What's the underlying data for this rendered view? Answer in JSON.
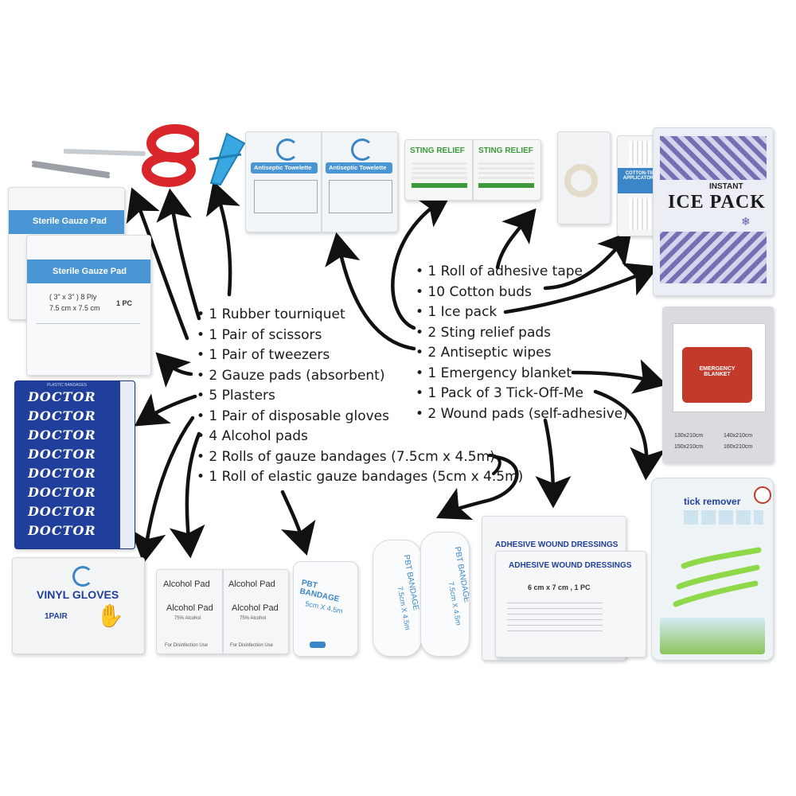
{
  "list_left": [
    "• 1 Rubber tourniquet",
    "• 1 Pair of scissors",
    "• 1 Pair of tweezers",
    "• 2 Gauze pads (absorbent)",
    "• 5 Plasters",
    "• 1 Pair of disposable gloves",
    "• 4 Alcohol pads",
    "• 2 Rolls of gauze bandages (7.5cm x 4.5m)",
    "• 1 Roll of elastic gauze bandages (5cm x 4.5m)"
  ],
  "list_right": [
    "• 1 Roll of adhesive tape",
    "• 10 Cotton buds",
    "• 1 Ice pack",
    "• 2 Sting relief pads",
    "• 2 Antiseptic wipes",
    "• 1 Emergency blanket",
    "• 1 Pack of 3 Tick-Off-Me",
    "• 2 Wound pads (self-adhesive)"
  ],
  "products": {
    "gauze_pad": "Sterile Gauze Pad",
    "gauze_pad_spec": "( 3\" x 3\" ) 8 Ply",
    "gauze_pad_size": "7.5 cm x 7.5 cm",
    "gauze_pad_qty": "1 PC",
    "antiseptic": "Antiseptic Towelette",
    "sting": "STING RELIEF",
    "cotton_tip": "COTTON-TIP APPLICATORS",
    "ice_instant": "INSTANT",
    "ice_pack": "ICE PACK",
    "blanket": "EMERGENCY BLANKET",
    "blanket_size1": "130x210cm",
    "blanket_size2": "140x210cm",
    "blanket_size3": "150x210cm",
    "blanket_size4": "160x210cm",
    "plaster_brand": "DOCTOR",
    "plaster_sub": "PLASTIC BANDAGES",
    "gloves": "VINYL GLOVES",
    "gloves_qty": "1PAIR",
    "alcohol": "Alcohol Pad",
    "alcohol_pct": "75% Alcohol",
    "alcohol_use": "For Disinfection Use",
    "pbt": "PBT BANDAGE",
    "pbt_size1": "5cm X 4.5m",
    "pbt_size2": "7.5cm X 4.5m",
    "wound": "ADHESIVE WOUND DRESSINGS",
    "wound_size": "6 cm x 7 cm , 1 PC",
    "tick": "tick remover"
  },
  "colors": {
    "bluepkt": "#3a86c8",
    "plaster_blue": "#1f3f9a",
    "scissor_red": "#d8262a",
    "tourniquet_blue": "#39a8e0",
    "tick_green": "#8ed84a",
    "green": "#3c9a3c",
    "blanket_red": "#c43a2a"
  }
}
